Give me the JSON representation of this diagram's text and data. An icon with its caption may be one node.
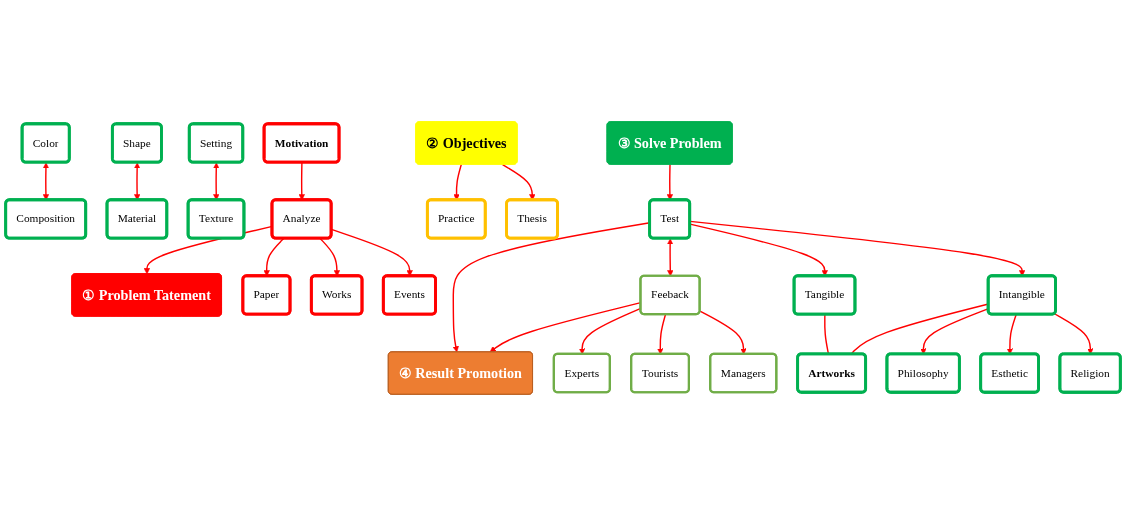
{
  "diagram": {
    "nodes": [
      {
        "text": [
          "① Problem Tatement"
        ]
      },
      {
        "text": [
          "② Objectives"
        ]
      },
      {
        "text": [
          "③ Solve Problem"
        ]
      },
      {
        "text": [
          "④ Result Promotion"
        ]
      },
      {
        "text": [
          "Practice"
        ]
      },
      {
        "text": [
          "Thesis"
        ]
      },
      {
        "text": [
          "Test"
        ]
      },
      {
        "text": [
          "Feeback"
        ]
      },
      {
        "text": [
          "Analyze"
        ]
      },
      {
        "text": [
          "Paper"
        ]
      },
      {
        "text": [
          "Works"
        ]
      },
      {
        "text": [
          "Events"
        ]
      },
      {
        "text": [
          "Tangible"
        ]
      },
      {
        "text": [
          "Intangible"
        ]
      },
      {
        "text": [
          "Color"
        ]
      },
      {
        "text": [
          "Composition"
        ]
      },
      {
        "text": [
          "Shape"
        ]
      },
      {
        "text": [
          "Material"
        ]
      },
      {
        "text": [
          "Setting"
        ]
      },
      {
        "text": [
          "Texture"
        ]
      },
      {
        "text": [
          "Philosophy"
        ]
      },
      {
        "text": [
          "Esthetic"
        ]
      },
      {
        "text": [
          "Religion"
        ]
      },
      {
        "text": [
          "Experts"
        ]
      },
      {
        "text": [
          "Tourists"
        ]
      },
      {
        "text": [
          "Managers"
        ]
      },
      {
        "text": [
          "Motivation"
        ]
      },
      {
        "text": [
          "Artworks"
        ]
      }
    ],
    "edges": [
      {
        "from": 8,
        "to": 0,
        "arrow": "to"
      },
      {
        "from": 26,
        "to": 8,
        "arrow": "to"
      },
      {
        "from": 8,
        "to": 9,
        "arrow": "to"
      },
      {
        "from": 8,
        "to": 10,
        "arrow": "to"
      },
      {
        "from": 8,
        "to": 11,
        "arrow": "to"
      },
      {
        "from": 1,
        "to": 4,
        "arrow": "to"
      },
      {
        "from": 1,
        "to": 5,
        "arrow": "to"
      },
      {
        "from": 2,
        "to": 6,
        "arrow": "to"
      },
      {
        "from": 6,
        "to": 7,
        "arrow": "both"
      },
      {
        "from": 6,
        "to": 3,
        "arrow": "to"
      },
      {
        "from": 7,
        "to": 3,
        "arrow": "to"
      },
      {
        "from": 6,
        "to": 12,
        "arrow": "to"
      },
      {
        "from": 6,
        "to": 13,
        "arrow": "to"
      },
      {
        "from": 14,
        "to": 15,
        "arrow": "both"
      },
      {
        "from": 16,
        "to": 17,
        "arrow": "both"
      },
      {
        "from": 18,
        "to": 19,
        "arrow": "both"
      },
      {
        "from": 12,
        "to": 27,
        "arrow": "none"
      },
      {
        "from": 13,
        "to": 20,
        "arrow": "to"
      },
      {
        "from": 13,
        "to": 21,
        "arrow": "to"
      },
      {
        "from": 13,
        "to": 22,
        "arrow": "to"
      },
      {
        "from": 13,
        "to": 27,
        "arrow": "none"
      },
      {
        "from": 7,
        "to": 23,
        "arrow": "to"
      },
      {
        "from": 7,
        "to": 24,
        "arrow": "to"
      },
      {
        "from": 7,
        "to": 25,
        "arrow": "to"
      }
    ]
  }
}
